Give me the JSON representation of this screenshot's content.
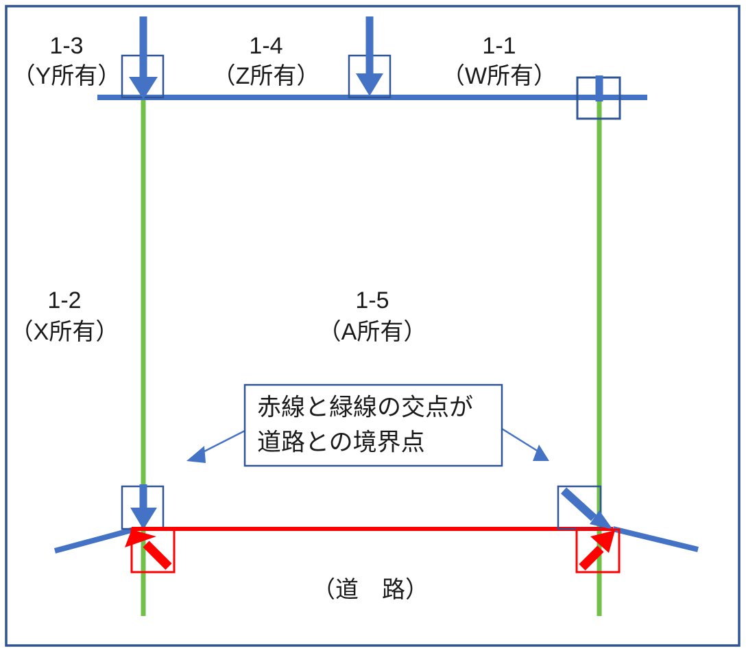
{
  "figure": {
    "border_color": "#2E5496",
    "background": "#ffffff",
    "colors": {
      "blue": "#4472C4",
      "blue_dark": "#2E5496",
      "green": "#70C04A",
      "red": "#FF0000",
      "text": "#1a1a1a"
    }
  },
  "parcels": [
    {
      "id": "parcel-1-3",
      "number": "1-3",
      "owner": "（Y所有）"
    },
    {
      "id": "parcel-1-4",
      "number": "1-4",
      "owner": "（Z所有）"
    },
    {
      "id": "parcel-1-1",
      "number": "1-1",
      "owner": "（W所有）"
    },
    {
      "id": "parcel-1-2",
      "number": "1-2",
      "owner": "（X所有）"
    },
    {
      "id": "parcel-1-5",
      "number": "1-5",
      "owner": "（A所有）"
    }
  ],
  "callout": {
    "line1": "赤線と緑線の交点が",
    "line2": "道路との境界点"
  },
  "road": {
    "label": "（道　路）"
  }
}
